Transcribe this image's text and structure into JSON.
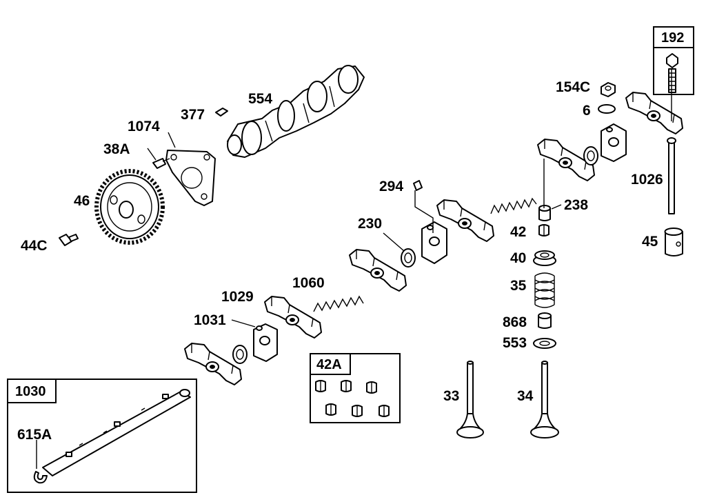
{
  "labels": {
    "p554": "554",
    "p377": "377",
    "p1074": "1074",
    "p38A": "38A",
    "p46": "46",
    "p44C": "44C",
    "p294": "294",
    "p230": "230",
    "p1060": "1060",
    "p1029": "1029",
    "p1031": "1031",
    "p154C": "154C",
    "p6": "6",
    "p1026": "1026",
    "p238": "238",
    "p42": "42",
    "p40": "40",
    "p35": "35",
    "p868": "868",
    "p553": "553",
    "p45": "45",
    "p33": "33",
    "p34": "34",
    "p615A": "615A"
  },
  "kits": {
    "k192": "192",
    "k42A": "42A",
    "k1030": "1030"
  }
}
